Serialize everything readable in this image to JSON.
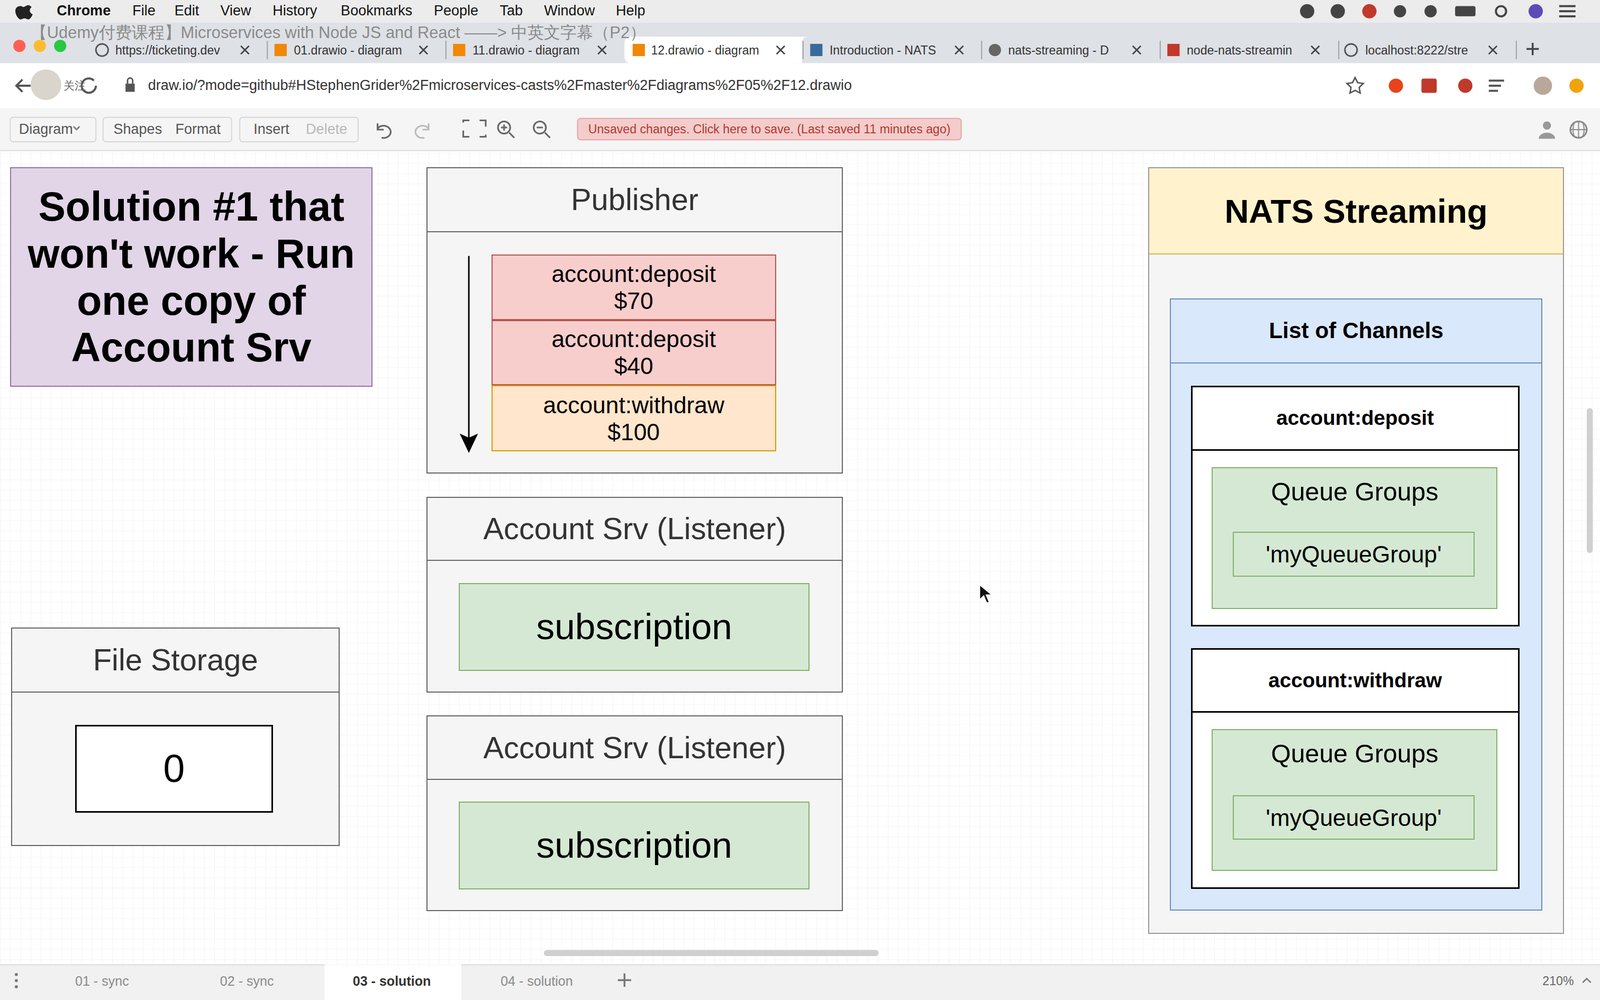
{
  "diagram": {
    "nodes": [
      {
        "text": [
          "Solution #1 that won't work - Run one copy of Account Srv"
        ]
      },
      {
        "text": [
          "Publisher"
        ]
      },
      {
        "text": [
          "account:deposit $70"
        ],
        "in": 1
      },
      {
        "text": [
          "account:deposit $40"
        ],
        "in": 1
      },
      {
        "text": [
          "account:withdraw $100"
        ],
        "in": 1
      },
      {
        "text": [
          "Account Srv (Listener)"
        ]
      },
      {
        "text": [
          "subscription"
        ],
        "in": 5
      },
      {
        "text": [
          "Account Srv (Listener)"
        ]
      },
      {
        "text": [
          "subscription"
        ],
        "in": 7
      },
      {
        "text": [
          "File Storage"
        ]
      },
      {
        "text": [
          "0"
        ],
        "in": 9
      },
      {
        "text": [
          "NATS Streaming"
        ]
      },
      {
        "text": [
          "List of Channels"
        ],
        "in": 11
      },
      {
        "text": [
          "account:deposit"
        ],
        "in": 12
      },
      {
        "text": [
          "Queue Groups"
        ],
        "in": 13
      },
      {
        "text": [
          "'myQueueGroup'"
        ],
        "in": 14
      },
      {
        "text": [
          "account:withdraw"
        ],
        "in": 12
      },
      {
        "text": [
          "Queue Groups"
        ],
        "in": 16
      },
      {
        "text": [
          "'myQueueGroup'"
        ],
        "in": 17
      }
    ],
    "labels": [
      "【Udemy付费课程】Microservices with Node JS and React ——> 中英文字幕（P2）",
      "Chrome",
      "File",
      "Edit",
      "View",
      "History",
      "Bookmarks",
      "People",
      "Tab",
      "Window",
      "Help",
      "https://ticketing.dev",
      "01.drawio - diagram",
      "11.drawio - diagram",
      "12.drawio - diagram",
      "Introduction - NATS",
      "nats-streaming - D",
      "node-nats-streamin",
      "localhost:8222/stre",
      "关注",
      "draw.io/?mode=github#HStephenGrider%2Fmicroservices-casts%2Fmaster%2Fdiagrams%2F05%2F12.drawio",
      "Diagram",
      "Shapes",
      "Format",
      "Insert",
      "Delete",
      "Unsaved changes. Click here to save. (Last saved 11 minutes ago)",
      "01 - sync",
      "02 - sync",
      "03 - solution",
      "04 - solution",
      "210%"
    ]
  }
}
